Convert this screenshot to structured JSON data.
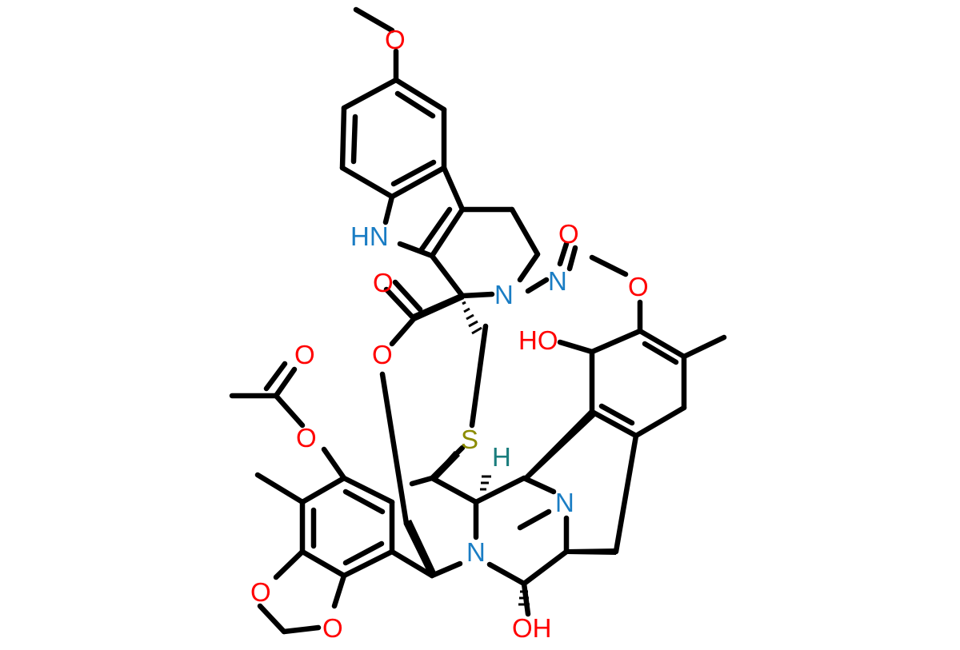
{
  "molecule": {
    "atom_labels": {
      "o_methoxy_top": "O",
      "nh_indole": "HN",
      "o_nitroso": "O",
      "n_nitroso": "N",
      "n_ring": "N",
      "o_carbonyl": "O",
      "o_methoxy_right": "O",
      "oh_phenol": "HO",
      "o_ester": "O",
      "o_acetyl_carbonyl": "O",
      "o_acetoxy": "O",
      "s_thioether": "S",
      "h_stereo": "H",
      "n_bridge": "N",
      "n_center": "N",
      "o_dioxole_upper": "O",
      "o_dioxole_lower": "O",
      "oh_bottom": "OH"
    },
    "colors": {
      "bond": "#000000",
      "oxygen": "#ff0000",
      "nitrogen": "#1a7dc4",
      "sulfur": "#8c8c00",
      "hydrogen": "#1a7d7d"
    }
  }
}
